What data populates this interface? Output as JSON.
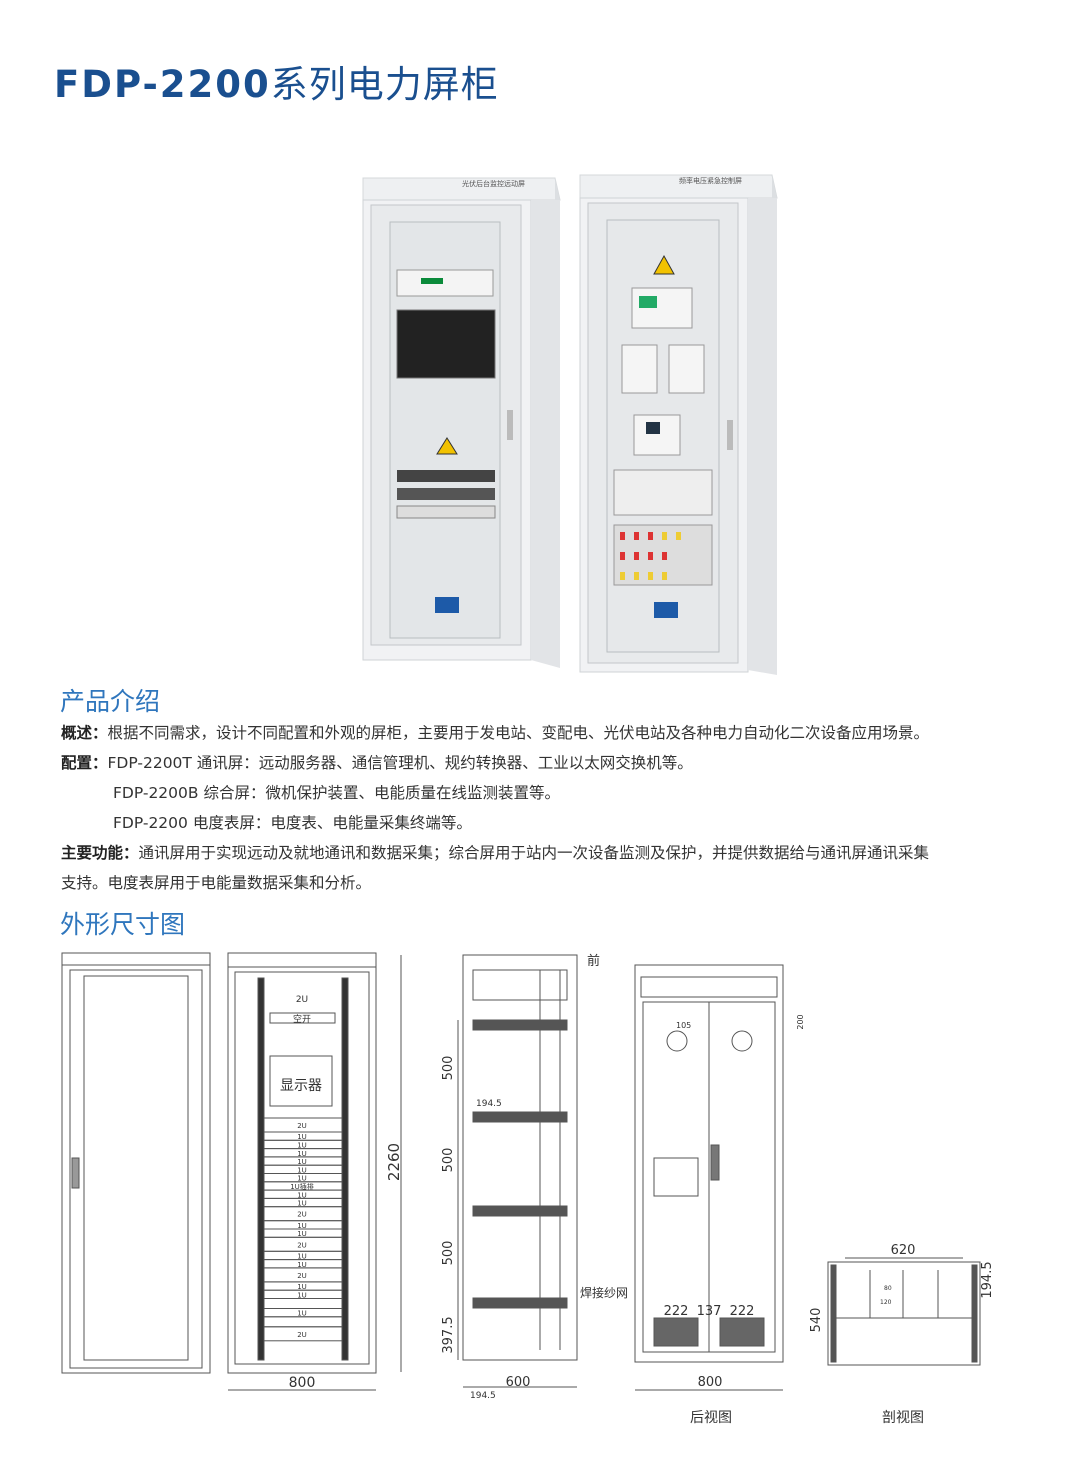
{
  "title": {
    "model": "FDP-2200",
    "name": "系列电力屏柜"
  },
  "photo": {
    "left_cabinet_label": "光伏后台监控远动屏",
    "right_cabinet_label": "频率电压紧急控制屏"
  },
  "intro": {
    "heading": "产品介绍",
    "overview_label": "概述：",
    "overview": "根据不同需求，设计不同配置和外观的屏柜，主要用于发电站、变配电、光伏电站及各种电力自动化二次设备应用场景。",
    "config_label": "配置：",
    "configs": [
      "FDP-2200T 通讯屏：远动服务器、通信管理机、规约转换器、工业以太网交换机等。",
      "FDP-2200B 综合屏：微机保护装置、电能质量在线监测装置等。",
      "FDP-2200 电度表屏：电度表、电能量采集终端等。"
    ],
    "function_label": "主要功能：",
    "function_line1": "通讯屏用于实现远动及就地通讯和数据采集；综合屏用于站内一次设备监测及保护，并提供数据给与通讯屏通讯采集",
    "function_line2": "支持。电度表屏用于电能量数据采集和分析。"
  },
  "dimensions": {
    "heading": "外形尺寸图",
    "front": {
      "height": "2260",
      "width": "800",
      "top_unit": "2U",
      "breaker": "空开",
      "display": "显示器",
      "units": [
        "2U",
        "1U",
        "1U",
        "1U",
        "1U",
        "1U",
        "1U",
        "1U插排",
        "1U",
        "1U",
        "2U",
        "1U",
        "1U",
        "2U",
        "1U",
        "1U",
        "2U",
        "1U",
        "1U",
        "",
        "1U",
        "",
        "2U"
      ]
    },
    "side": {
      "front_label": "前",
      "seg1": "500",
      "seg2": "500",
      "seg3": "500",
      "bottom": "397.5",
      "offset": "194.5",
      "depth": "600",
      "bottom_offset": "194.5"
    },
    "rear": {
      "mesh_label": "焊接纱网",
      "w1": "222",
      "w2": "137",
      "w3": "222",
      "top_gap": "200",
      "hole": "105",
      "width": "800",
      "caption": "后视图"
    },
    "section": {
      "width": "620",
      "depth": "540",
      "offset": "194.5",
      "box_h": "80",
      "box_w": "120",
      "caption": "剖视图"
    }
  }
}
